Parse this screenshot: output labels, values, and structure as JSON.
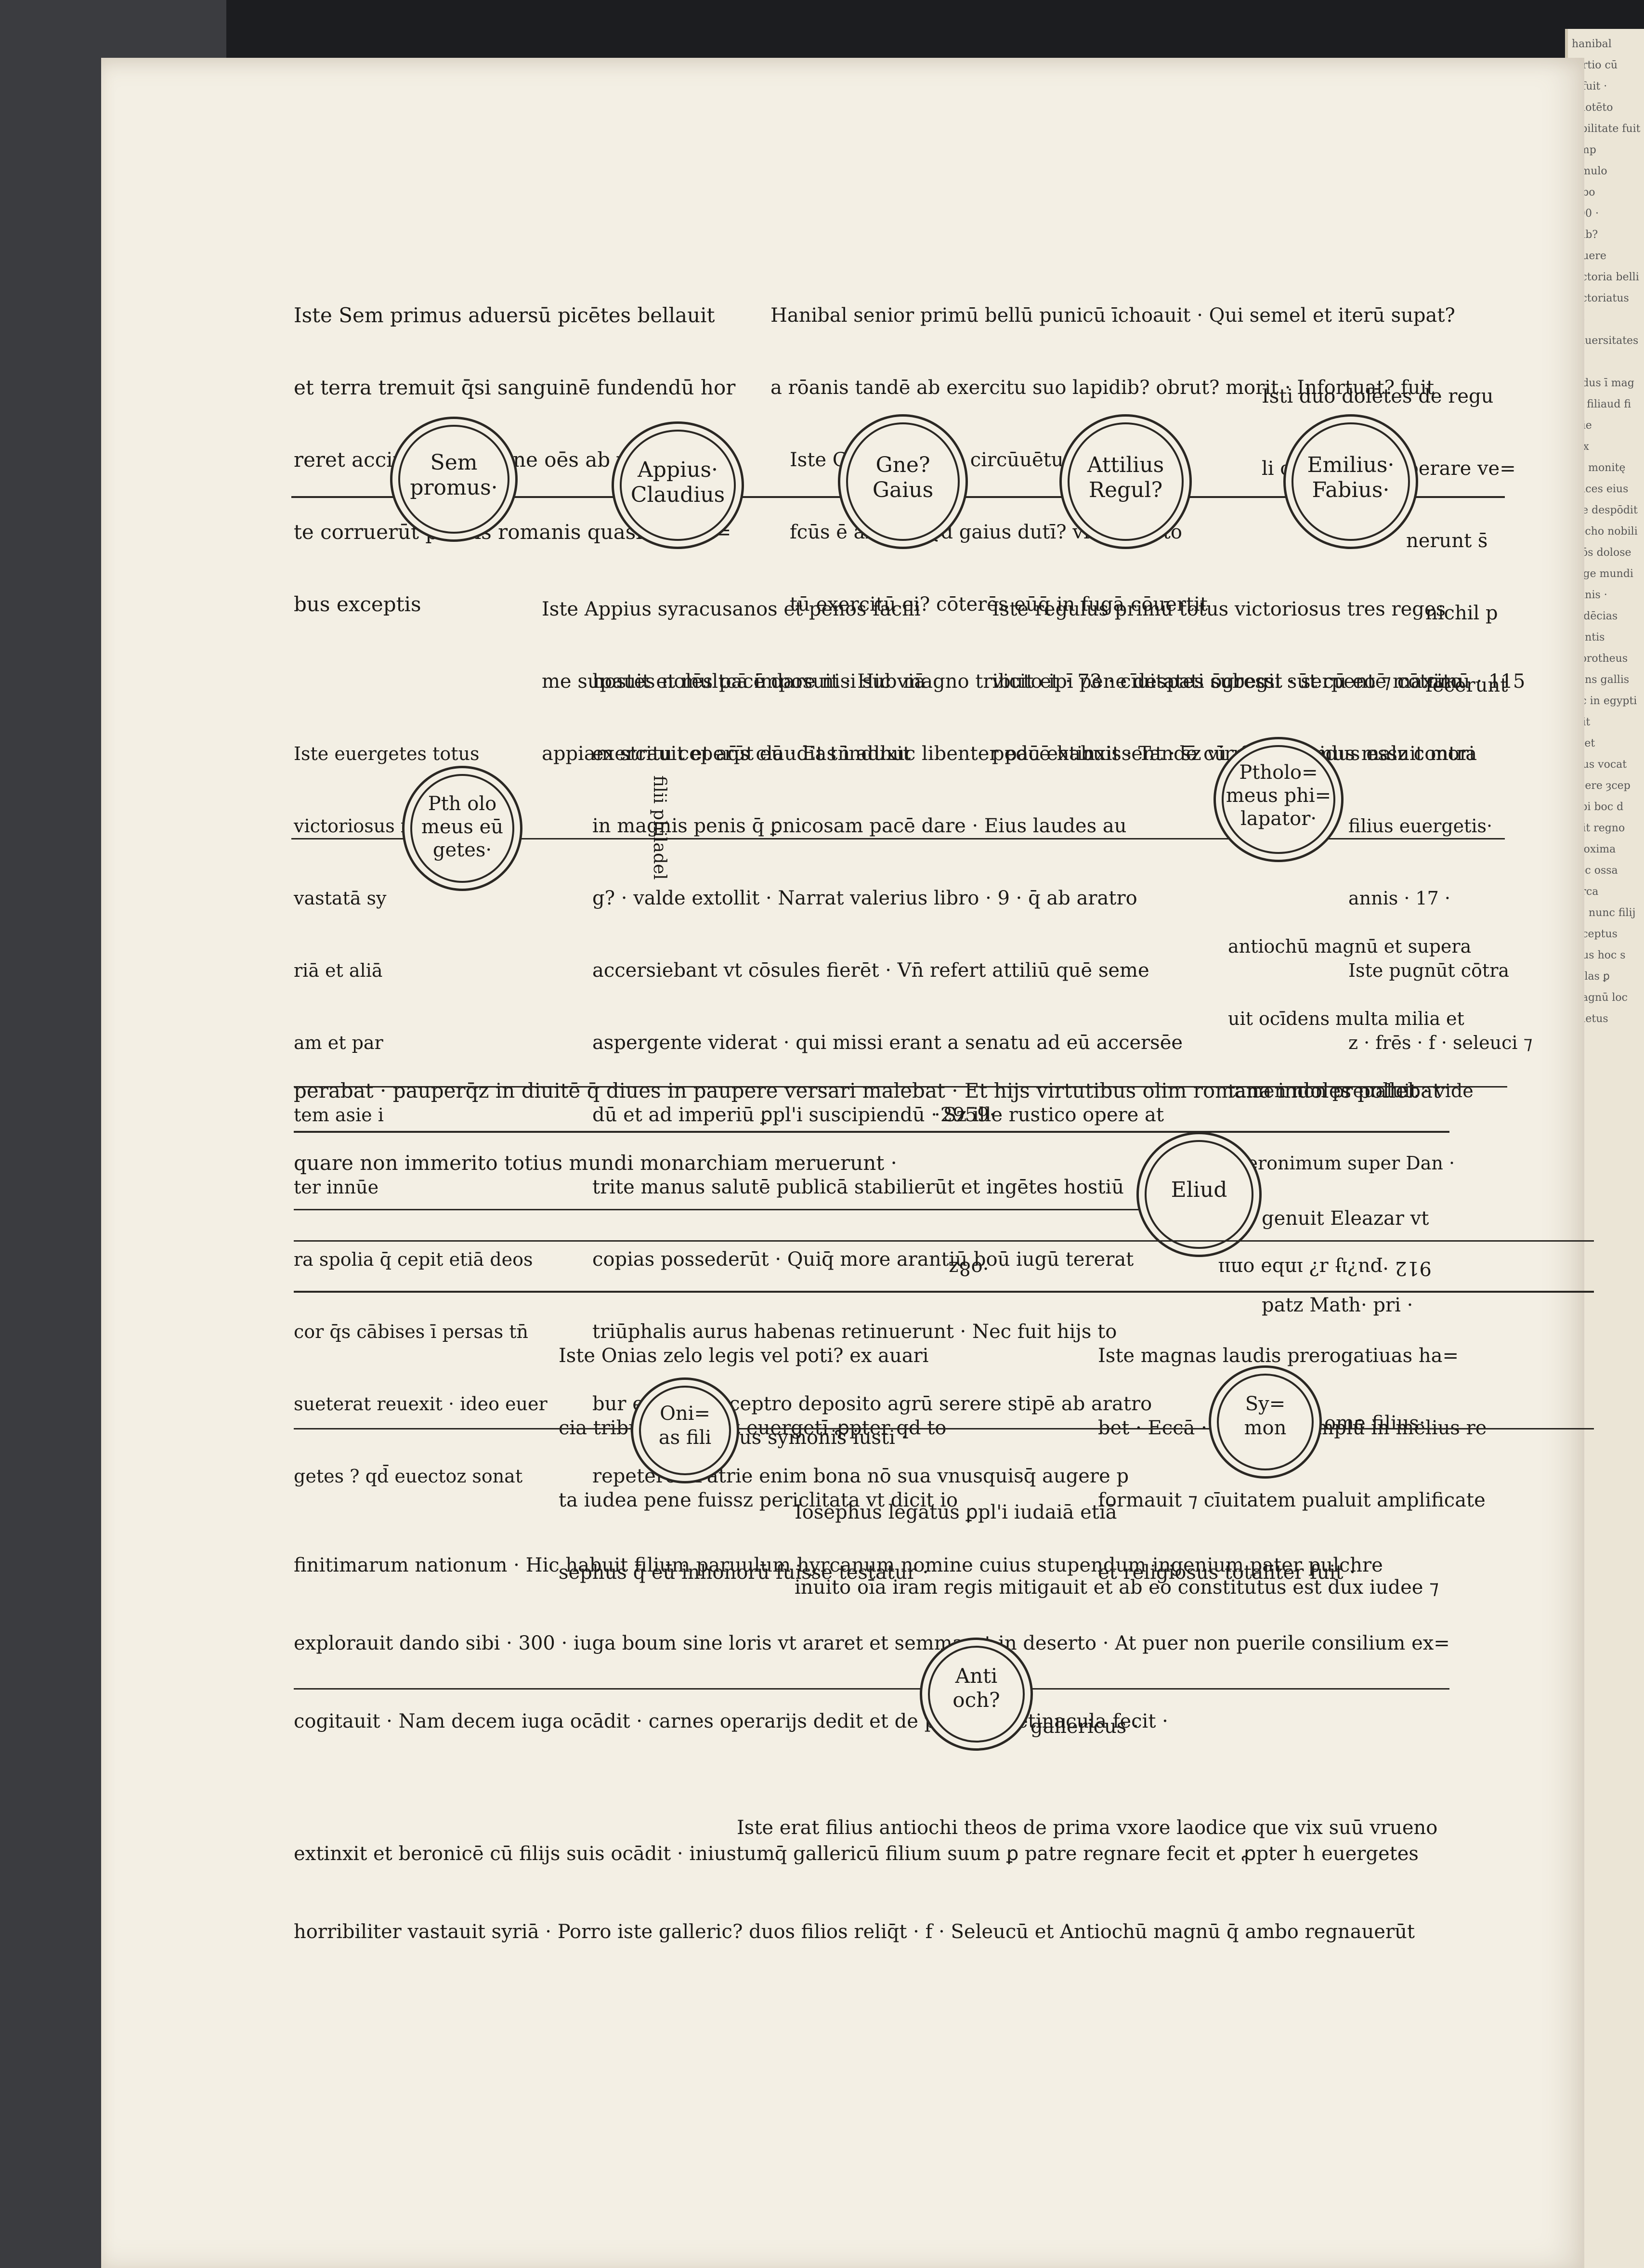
{
  "top_left_block": [
    "Iste Sem primus aduersū picētes bellauit",
    "et terra tremuit q̄si sanguinē fundendū hor",
    "reret accipere · Et pene oēs ab vtraq̄ par",
    "te corruerūt paucis romanis quasi victori=",
    "bus exceptis"
  ],
  "top_right_block": [
    "Hanibal senior primū bellū punicū īchoauit · Qui semel et iterū supat?",
    "a rōanis tandē ab exercitu suo lapidib? obrut? morit · Infortuat? fuit",
    "Iste Gneus fraude circūuētus hanibal īnt",
    "fcūs ē ab eo · Qd gaius dutī? vidicauit to",
    "tū exercitū ei? cōterēs eūq̄ in fugā cōuertit"
  ],
  "top_far_right": [
    "Isti duo dolētes de regu",
    "li captōne eū liberare ve=",
    "nerunt s̄",
    "nichil p",
    "fecerunt"
  ],
  "row1_circles": [
    "Sem\npromus·",
    "Appius·\nClaudius",
    "Gne?\nGaius",
    "Attilius\nRegul?",
    "Emilius·\nFabius·"
  ],
  "mid_block_1": [
    "Iste Appius syracusanos et penos facili",
    "me supauit et multcā imposuit · Hic viā",
    "appiam strauit et aq̄s claudias induxit"
  ],
  "mid_block_2": [
    "Iste regulus primū totus victoriosus tres reges",
    "vicit et · 73 · cīuitates subegit · serpentē maximū · 115",
    "pedū extinxit · Tandē cū nimis rigidus essz contra"
  ],
  "long_block": [
    "hostes nolēs pacē dare nisi sub magno tributo ipī pene despati ōgressi sūt cū eo ⁊ cōtrito",
    "exercitu ceperūt eū · Et tn̄ adhuc libenter pacē habuissent · s̄z vir fidelissimus maluit mori",
    "in magnis penis q̄ ꝑnicosam pacē dare · Eius laudes au",
    "g? · valde extollit · Narrat valerius libro · 9 · q̄ ab aratro",
    "accersiebant vt cōsules fierēt · Vn̄ refert attiliū quē seme",
    "aspergente viderat · qui missi erant a senatu ad eū accersēe",
    "dū et ad imperiū ꝑpl'i suscipiendū · Sz ille rustico opere at",
    "trite manus salutē publicā stabilierūt et ingētes hostiū",
    "copias possederūt · Quiq̄ more arantiū boū iugū tererat",
    "triūphalis aurus habenas retinuerunt · Nec fuit hijs to",
    "bur eburneo sceptro deposito agrū serere stipē ab aratro",
    "repetere · Patrie enim bona nō sua vnusquisq̄ augere p"
  ],
  "left_euergetes": [
    "Iste euergetes totus",
    "victoriosus fuit · h p?",
    "vastatā sy",
    "riā et aliā",
    "am et par",
    "tem asie i",
    "ter innūe",
    "ra spolia q̄ cepit etiā deos",
    "cor q̄s cābises ī persas tn̄",
    "sueterat reuexit · ideo euer",
    "getes ? qd̄ euectoz sonat"
  ],
  "vertical_label": "filii philadel",
  "circle_ptholomeus_euergetes": "Pth olo\nmeus eū\ngetes·",
  "circle_ptholomeus_philopator": "Ptholo=\nmeus phi=\nlapator·",
  "right_philopator": [
    "filius euergetis·",
    "annis · 17 ·",
    "Iste pugnūt cōtra",
    "z · frēs · f · seleuci ⁊",
    "antiochū magnū et supera",
    "uit ocīdens multa milia et",
    "tamen non preualuit · vide",
    "Iheronimum super Dan ·"
  ],
  "closing_lines": [
    "perabat · pauperq̄z in diuitē q̄ diues in paupere versari malebat · Et hijs virtutibus olim romana indoles pollebat",
    "quare non immerito totius mundi monarchiam meruerunt ·"
  ],
  "year_label": "·2959·",
  "circle_eliud": "Eliud",
  "eliud_text": [
    "genuit Eleazar vt",
    "patz Math· pri ·"
  ],
  "flipped_text_a": "·o8z",
  "flipped_text_b": "912 ·pu?ıɟ ɹ? ınbǝ onıı",
  "onias_left": [
    "Iste Onias zelo legis vel poti? ex auari",
    "cia tributa negauit euergetī ꝓpter qd to",
    "ta iudea pene fuissz periclitata vt dicit io",
    "sephus q̄ eū inhonorū fuisse testatur ·"
  ],
  "simon_right": [
    "Iste magnas laudis prerogatiuas ha=",
    "bet · Eccā · 50 · Qui templū in melius re",
    "formauit ⁊ cīuitatem pualuit amplificate",
    "et religiosus totaliter fuit ·"
  ],
  "circle_onias": "Oni=\nas fili",
  "circle_symon": "Sy=\nmon",
  "onias_caption": "us symonis iusti ·",
  "symon_caption": "ome filius·",
  "josephus_lines": [
    "Iosephus legatus ꝑpl'i iudaiā etiā",
    "inuito oīa iram regis mitigauit et ab eo constitutus est dux iudee ⁊",
    "finitimarum nationum · Hic habuit filium paruulum hyrcanum nomine cuius stupendum ingenium pater pulchre",
    "explorauit dando sibi · 300 · iuga boum sine loris vt araret et semmaret in deserto · At puer non puerile consilium ex=",
    "cogitauit · Nam decem iuga ocādit · carnes operarijs dedit et de pellibus retinacula fecit ·"
  ],
  "circle_antiochus": "Anti\noch?",
  "gallericus_caption": "gallericus ·",
  "final_lines": [
    "Iste erat filius antiochi theos de prima vxore laodice que vix suū vrueno",
    "extinxit et beronicē cū filijs suis ocādit · iniustumq̄ gallericū filium suum ꝑ patre regnare fecit et ꝓpter h euergetes",
    "horribiliter vastauit syriā · Porro iste galleric? duos filios reliq̄t · f · Seleucū et Antiochū magnū q̄ ambo regnauerūt"
  ],
  "next_page_snippet": "hanibal tertio cū\nd fuit · quotēto\nsibilitate fuit\nAmp\nsimulo\ninbo\n300 ·\nnub?\niuuere\nvictoria belli\nvictoriatus ab\naduersitates fi\nindus ī mag\nsē filiaud fi\nfilie\nrex\nne monitę\nduces eius\ndie despōdit\nhocho nobili\nleōs dolose\nrege mundi\nannis ·\nsedēcias\ngentis\nDorotheus\ngens gallis\nsic in egypti\nfuit\nlicet\nfilus vocat\nopere ȝcep\nsibi boc d\nfuit regno\nproxima\nhoc ossa\ncirca\nhij nunc filij\ninceptus\nplus hoc s\nvillas ꝑ\nmagnū loc\nunetus"
}
